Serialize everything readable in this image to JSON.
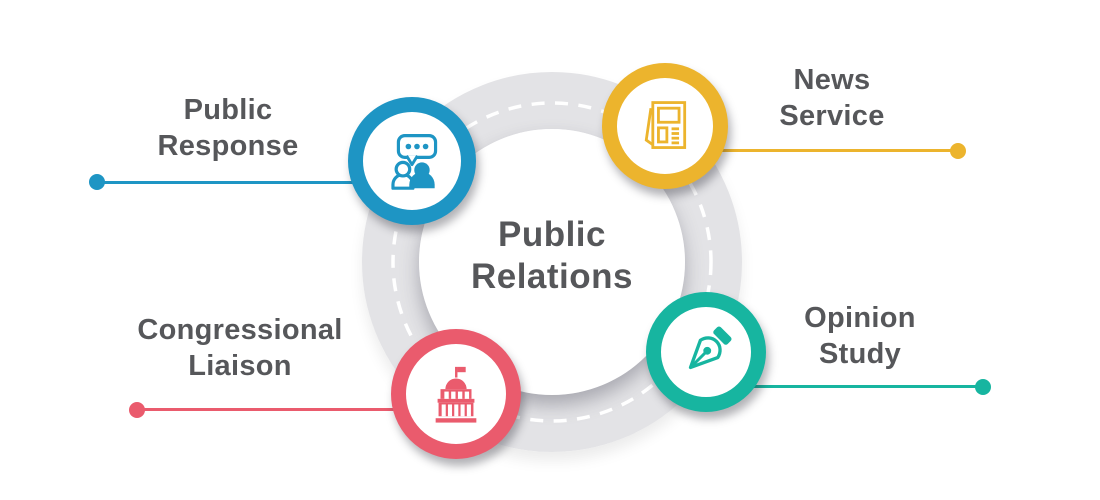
{
  "title": {
    "line1": "Public",
    "line2": "Relations"
  },
  "nodes": [
    {
      "id": "public-response",
      "label_line1": "Public",
      "label_line2": "Response",
      "color": "#1e95c4",
      "icon": "chat-people-icon",
      "position": "top-left"
    },
    {
      "id": "news-service",
      "label_line1": "News",
      "label_line2": "Service",
      "color": "#ecb42d",
      "icon": "newspaper-icon",
      "position": "top-right"
    },
    {
      "id": "congressional-liaison",
      "label_line1": "Congressional",
      "label_line2": "Liaison",
      "color": "#ea5b6d",
      "icon": "capitol-building-icon",
      "position": "bottom-left"
    },
    {
      "id": "opinion-study",
      "label_line1": "Opinion",
      "label_line2": "Study",
      "color": "#17b5a0",
      "icon": "pen-nib-icon",
      "position": "bottom-right"
    }
  ],
  "colors": {
    "ring_gray": "#e3e3e6",
    "dashed_line": "#ffffff",
    "text_dark": "#56575a",
    "background": "#ffffff"
  }
}
